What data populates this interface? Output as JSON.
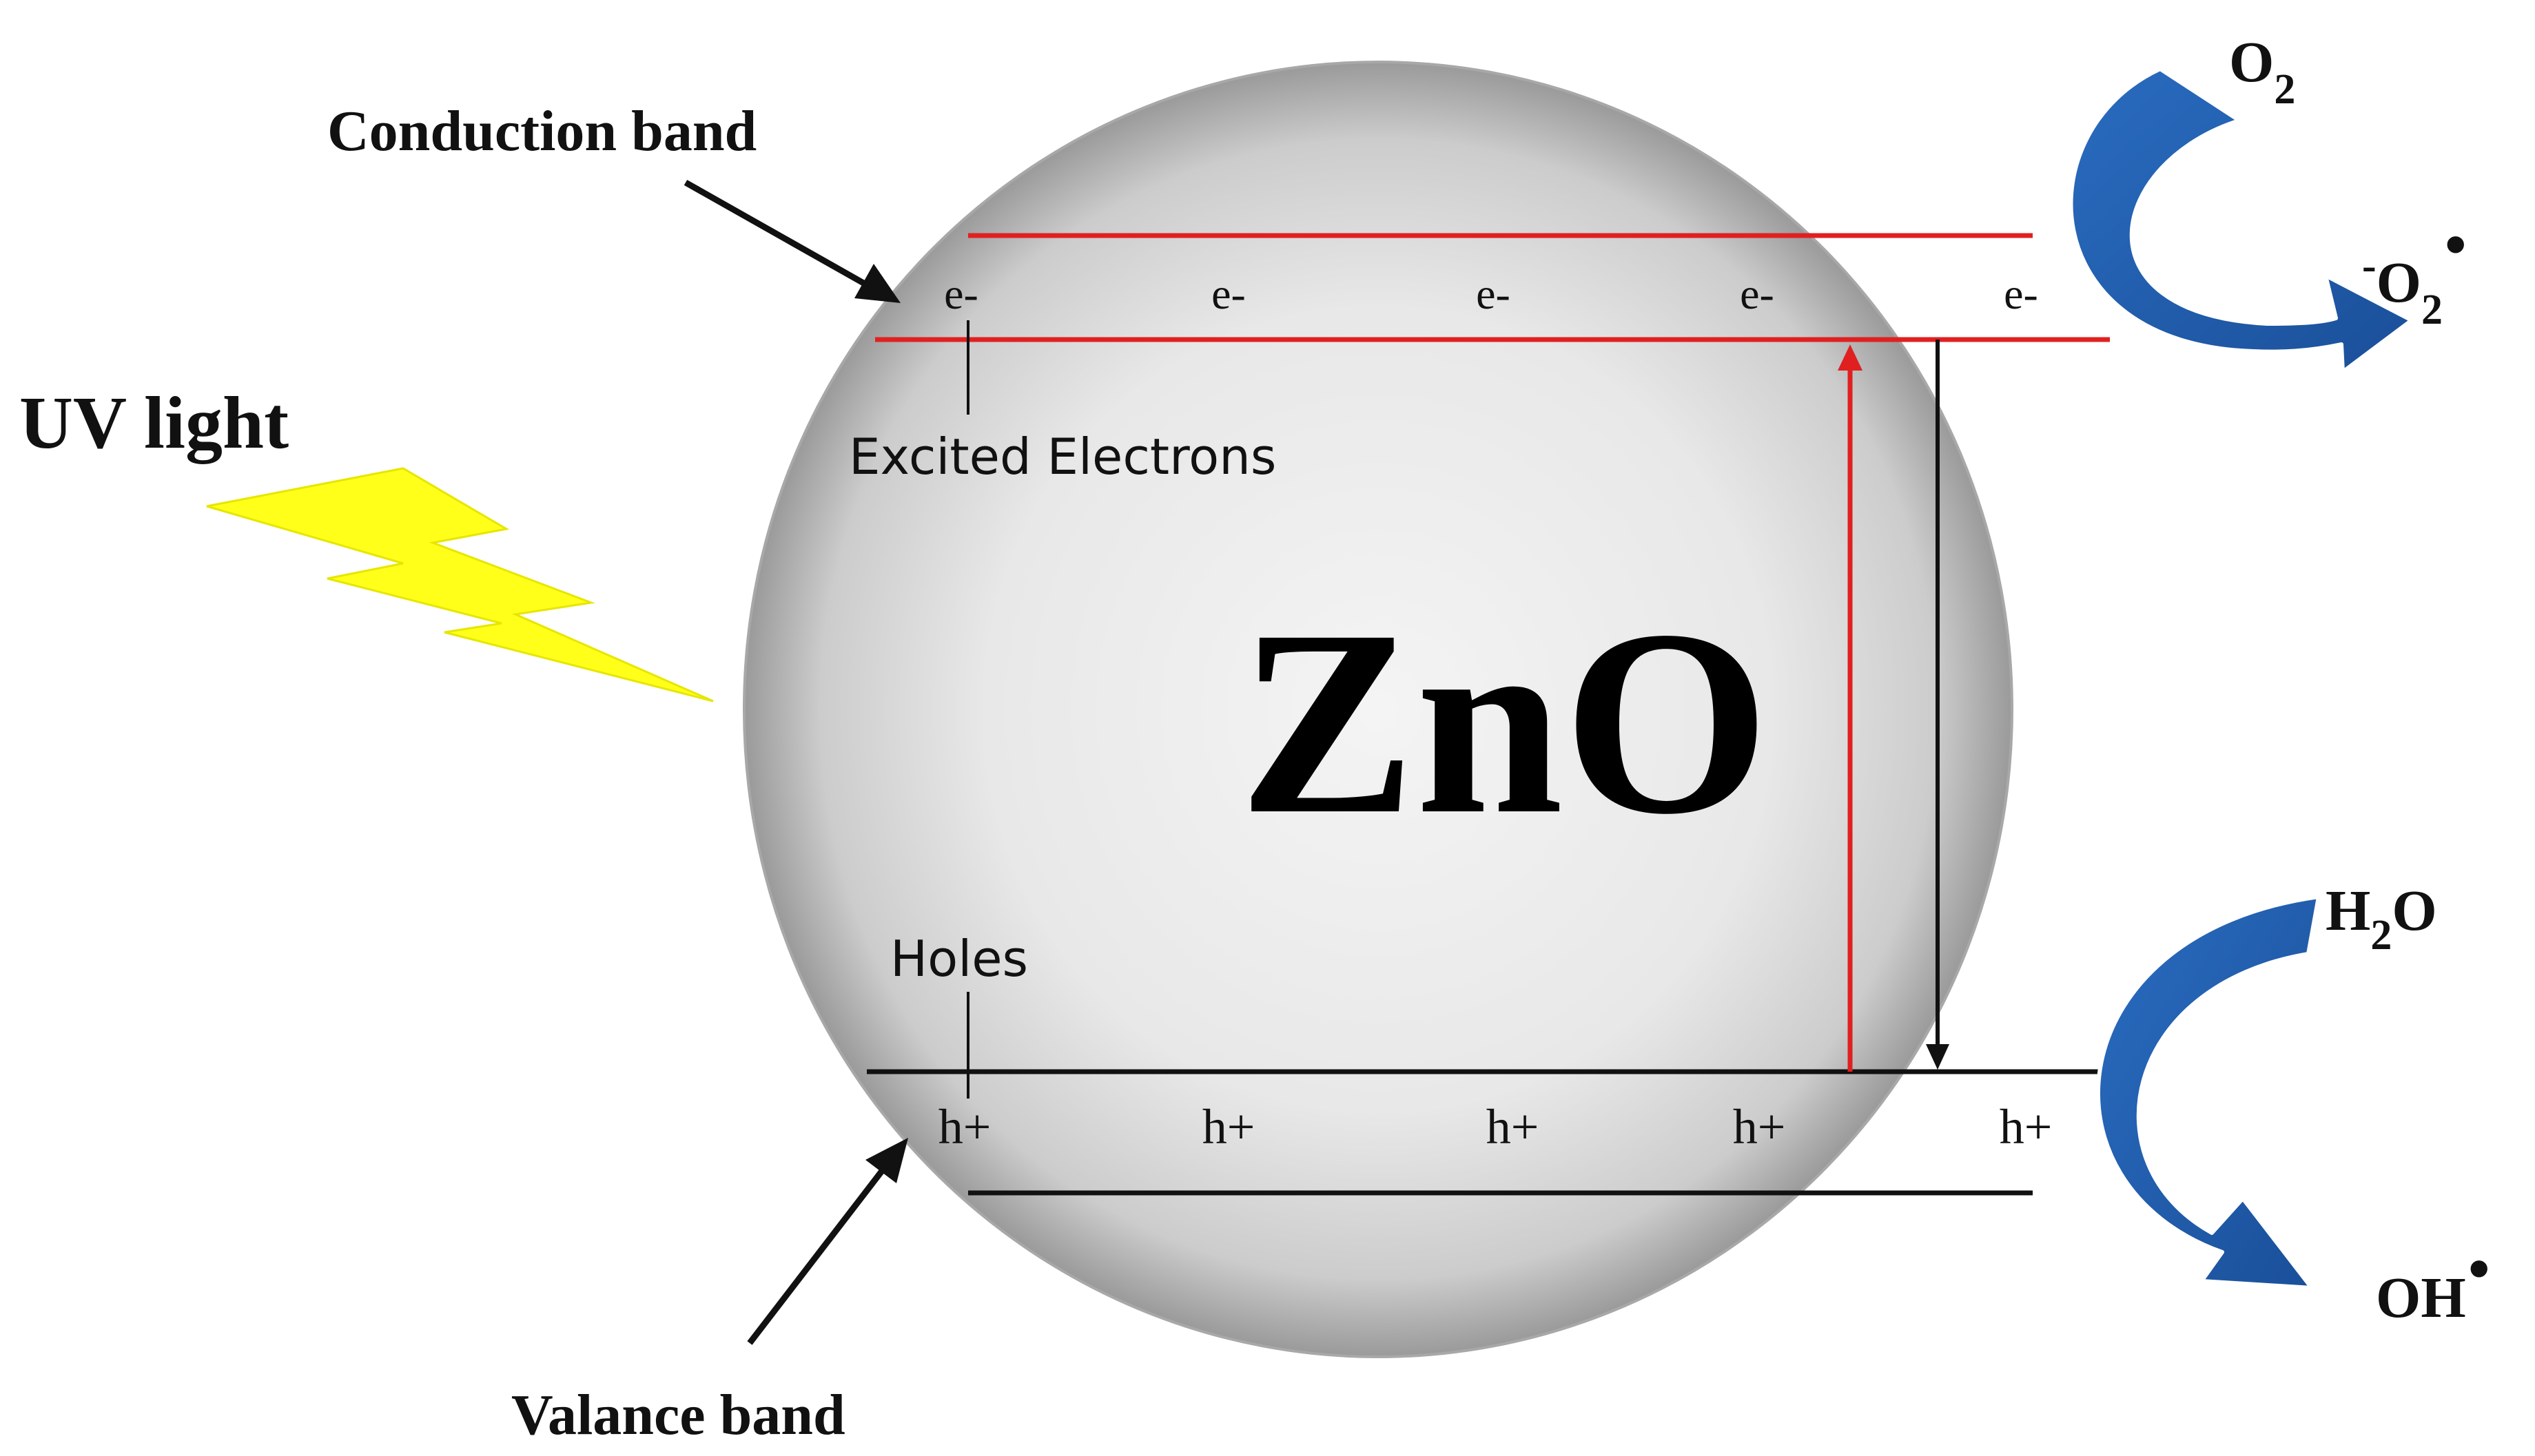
{
  "labels": {
    "conduction_band": "Conduction band",
    "valance_band": "Valance band",
    "uv_light": "UV light",
    "material": "ZnO",
    "excited_electrons": "Excited Electrons",
    "holes": "Holes"
  },
  "electrons": [
    "e-",
    "e-",
    "e-",
    "e-",
    "e-"
  ],
  "holes_carriers": [
    "h+",
    "h+",
    "h+",
    "h+",
    "h+"
  ],
  "reactions": {
    "top": {
      "reactant_base": "O",
      "reactant_sub": "2",
      "product_prefix": "-",
      "product_base": "O",
      "product_sub": "2",
      "product_radical": "•"
    },
    "bottom": {
      "reactant_base": "H",
      "reactant_sub": "2",
      "reactant_tail": "O",
      "product_base": "OH",
      "product_radical": "•"
    }
  },
  "colors": {
    "conduction_band_line": "#e02020",
    "valance_band_line": "#111111",
    "excitation_arrow": "#e02020",
    "recombination_arrow": "#111111",
    "lightning": "#ffff1a",
    "reaction_arrow": "#1f5fa8",
    "particle_center": "#f2f2f2",
    "particle_edge": "#9a9a9a"
  },
  "icons": {
    "lightning": "lightning-bolt-icon",
    "reaction_arrow": "curved-arrow-icon"
  }
}
